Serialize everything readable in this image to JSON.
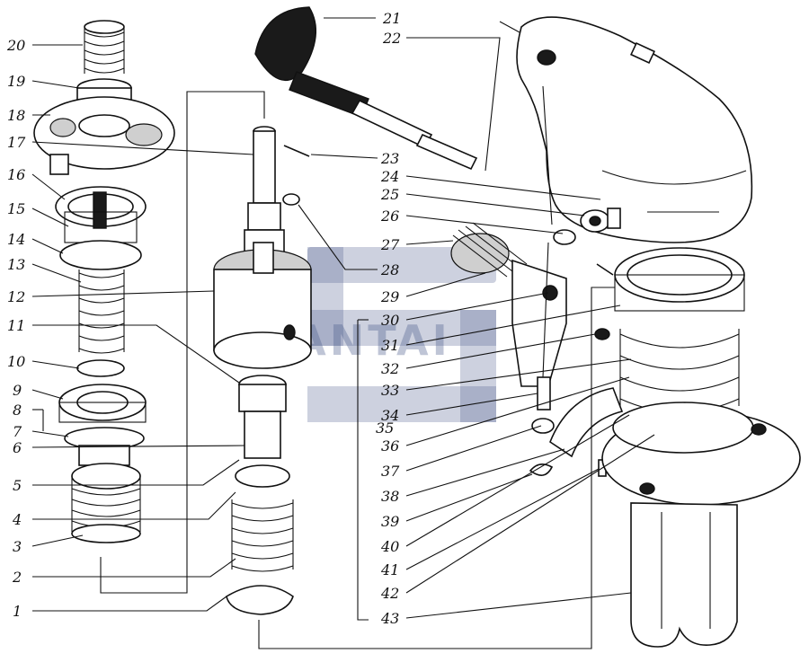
{
  "watermark": {
    "text": "SANTAI",
    "color": "#4a5b8c"
  },
  "labels": {
    "n1": "1",
    "n2": "2",
    "n3": "3",
    "n4": "4",
    "n5": "5",
    "n6": "6",
    "n7": "7",
    "n8": "8",
    "n9": "9",
    "n10": "10",
    "n11": "11",
    "n12": "12",
    "n13": "13",
    "n14": "14",
    "n15": "15",
    "n16": "16",
    "n17": "17",
    "n18": "18",
    "n19": "19",
    "n20": "20",
    "n21": "21",
    "n22": "22",
    "n23": "23",
    "n24": "24",
    "n25": "25",
    "n26": "26",
    "n27": "27",
    "n28": "28",
    "n29": "29",
    "n30": "30",
    "n31": "31",
    "n32": "32",
    "n33": "33",
    "n34": "34",
    "n35": "35",
    "n36": "36",
    "n37": "37",
    "n38": "38",
    "n39": "39",
    "n40": "40",
    "n41": "41",
    "n42": "42",
    "n43": "43"
  }
}
